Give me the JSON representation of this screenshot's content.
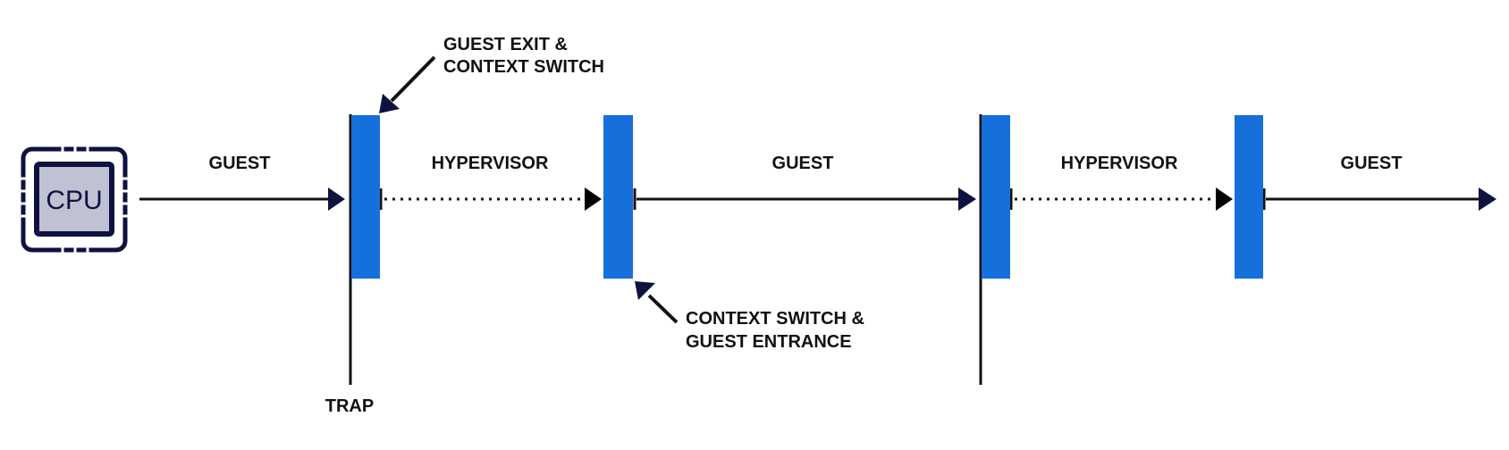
{
  "colors": {
    "switch_bar": "#1570dc",
    "arrowhead": "#0e1240",
    "line": "#111111",
    "cpu_outline": "#0e1240",
    "cpu_fill": "#c0c1d3",
    "background": "#ffffff"
  },
  "cpu": {
    "label": "CPU",
    "icon": "cpu-chip-icon"
  },
  "segments": [
    {
      "label": "GUEST",
      "style": "solid"
    },
    {
      "label": "HYPERVISOR",
      "style": "dotted"
    },
    {
      "label": "GUEST",
      "style": "solid"
    },
    {
      "label": "HYPERVISOR",
      "style": "dotted"
    },
    {
      "label": "GUEST",
      "style": "solid"
    }
  ],
  "annotations": {
    "exit": {
      "line1": "GUEST EXIT &",
      "line2": "CONTEXT SWITCH"
    },
    "entrance": {
      "line1": "CONTEXT SWITCH &",
      "line2": "GUEST ENTRANCE"
    },
    "trap": "TRAP"
  }
}
